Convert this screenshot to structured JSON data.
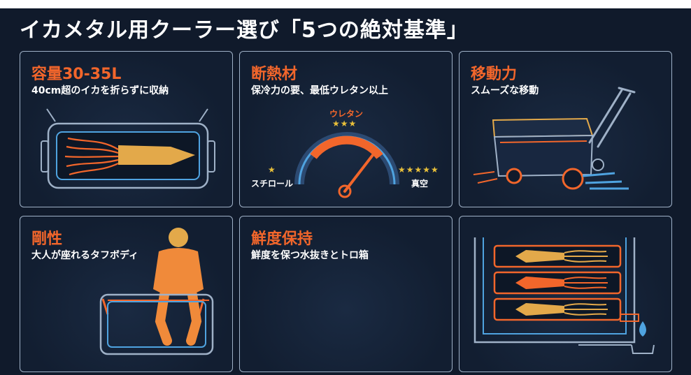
{
  "title": "イカメタル用クーラー選び「5つの絶対基準」",
  "panels": [
    {
      "title": "容量30-35L",
      "subtitle": "40cm超のイカを折らずに収納"
    },
    {
      "title": "断熱材",
      "subtitle": "保冷力の要、最低ウレタン以上",
      "gauge": {
        "left_label": "スチロール",
        "left_stars": "★",
        "top_label": "ウレタン",
        "top_stars": "★★★",
        "right_label": "真空",
        "right_stars": "★★★★★"
      }
    },
    {
      "title": "移動力",
      "subtitle": "スムーズな移動"
    },
    {
      "title": "剛性",
      "subtitle": "大人が座れるタフボディ"
    },
    {
      "title": "鮮度保持",
      "subtitle": "鮮度を保つ水抜きとトロ箱"
    },
    {
      "title": "",
      "subtitle": ""
    }
  ],
  "colors": {
    "accent": "#f2662b",
    "background": "#101a2b",
    "outline": "#9fb1c7",
    "glow": "#4fa3e0",
    "squid": "#e3a94a"
  }
}
